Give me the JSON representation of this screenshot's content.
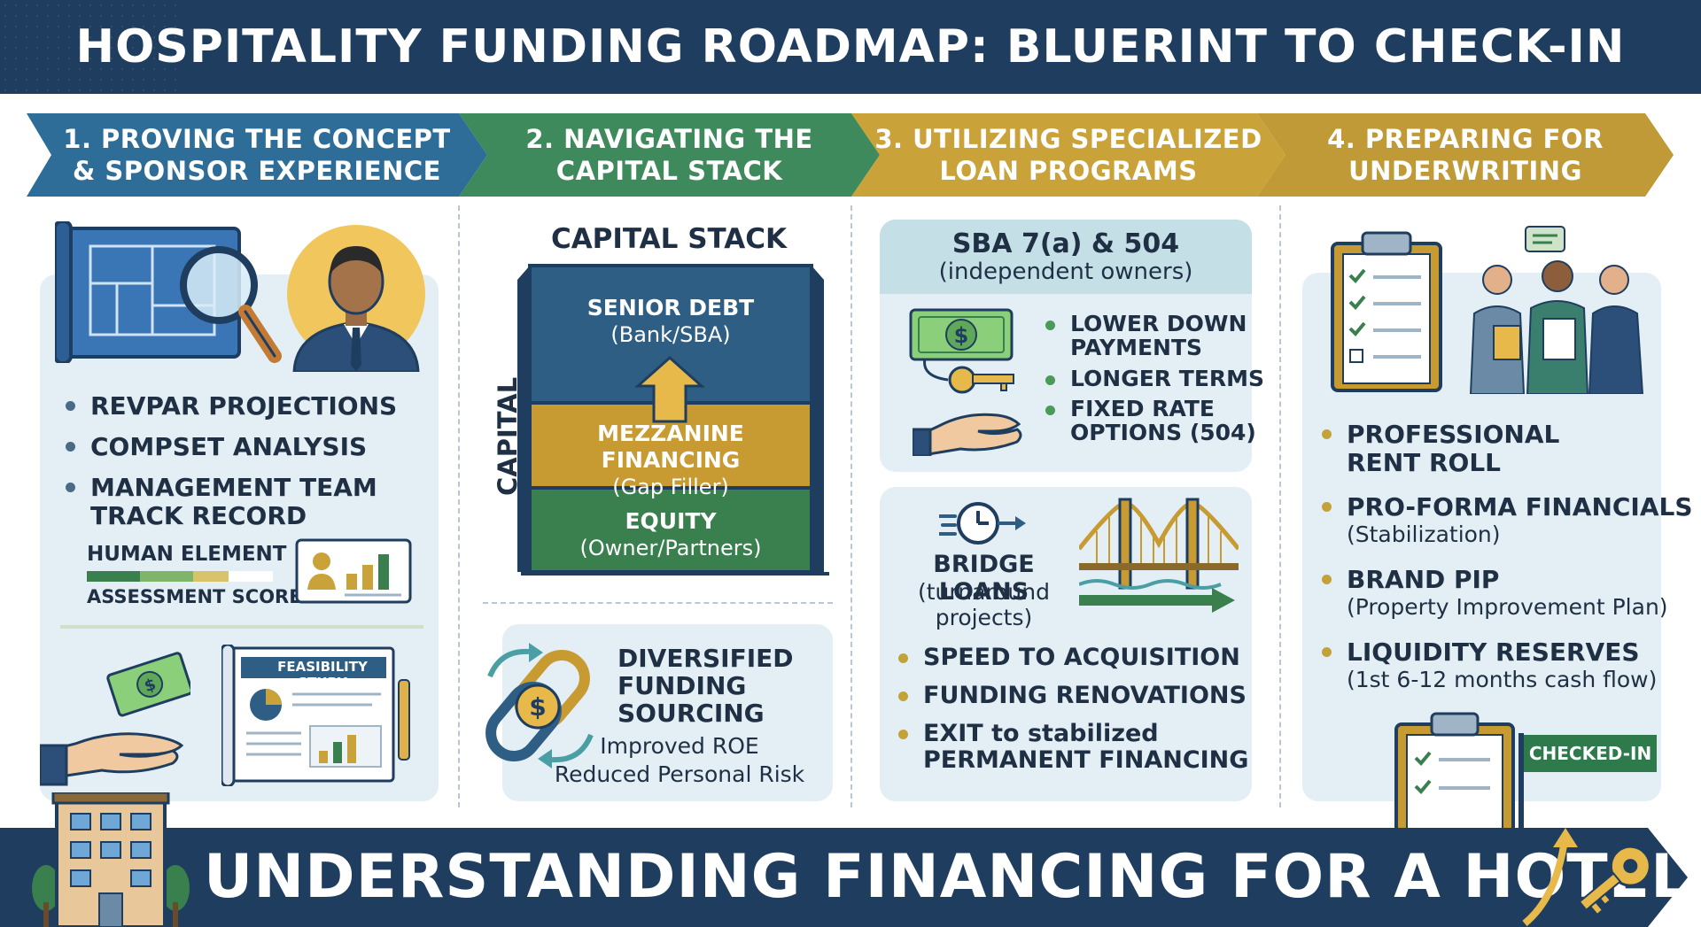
{
  "header": {
    "title": "HOSPITALITY FUNDING ROADMAP: BLUERINT TO CHECK-IN"
  },
  "steps": [
    {
      "label": "1. PROVING THE CONCEPT\n& SPONSOR EXPERIENCE",
      "color": "#2f6d99"
    },
    {
      "label": "2. NAVIGATING THE\nCAPITAL STACK",
      "color": "#3f8a5c"
    },
    {
      "label": "3. UTILIZING SPECIALIZED\nLOAN PROGRAMS",
      "color": "#c9a23a"
    },
    {
      "label": "4. PREPARING FOR\nUNDERWRITING",
      "color": "#bf9a36"
    }
  ],
  "col1": {
    "bullets": [
      "REVPAR PROJECTIONS",
      "COMPSET ANALYSIS",
      "MANAGEMENT TEAM\nTRACK RECORD"
    ],
    "human_element": "HUMAN ELEMENT",
    "assessment_score": "ASSESSMENT SCORE",
    "feasibility": "FEASIBILITY STUDY"
  },
  "col2": {
    "title": "CAPITAL STACK",
    "side_label": "CAPITAL STACK",
    "layers": [
      {
        "main": "SENIOR DEBT",
        "sub": "(Bank/SBA)",
        "color": "#2e5e84"
      },
      {
        "main": "MEZZANINE FINANCING",
        "sub": "(Gap Filler)",
        "color": "#c79a32"
      },
      {
        "main": "EQUITY",
        "sub": "(Owner/Partners)",
        "color": "#3a7f4e"
      }
    ],
    "diversified": "DIVERSIFIED\nFUNDING\nSOURCING",
    "benefits": [
      "Improved ROE",
      "Reduced Personal Risk"
    ]
  },
  "col3": {
    "sba_title": "SBA 7(a) & 504",
    "sba_sub": "(independent owners)",
    "sba_bullets": [
      "LOWER DOWN\nPAYMENTS",
      "LONGER TERMS",
      "FIXED RATE\nOPTIONS (504)"
    ],
    "bridge_title": "BRIDGE LOANS",
    "bridge_sub": "(turnaround\nprojects)",
    "bridge_bullets": [
      "SPEED TO ACQUISITION",
      "FUNDING RENOVATIONS",
      "EXIT to stabilized\nPERMANENT FINANCING"
    ]
  },
  "col4": {
    "items": [
      {
        "main": "PROFESSIONAL\nRENT ROLL",
        "sub": ""
      },
      {
        "main": "PRO-FORMA FINANCIALS",
        "sub": "(Stabilization)"
      },
      {
        "main": "BRAND PIP",
        "sub": "(Property Improvement Plan)"
      },
      {
        "main": "LIQUIDITY RESERVES",
        "sub": "(1st 6-12 months cash flow)"
      }
    ],
    "badge": "CHECKED-IN"
  },
  "footer": {
    "title": "UNDERSTANDING FINANCING FOR A HOTEL"
  },
  "icons": [
    "blueprint-icon",
    "magnifier-icon",
    "businessman-icon",
    "scorecard-icon",
    "cash-hand-icon",
    "feasibility-report-icon",
    "chain-link-icon",
    "dollar-bill-icon",
    "key-icon",
    "clock-icon",
    "bridge-icon",
    "clipboard-icon",
    "team-icon",
    "hotel-icon",
    "golden-key-icon"
  ]
}
